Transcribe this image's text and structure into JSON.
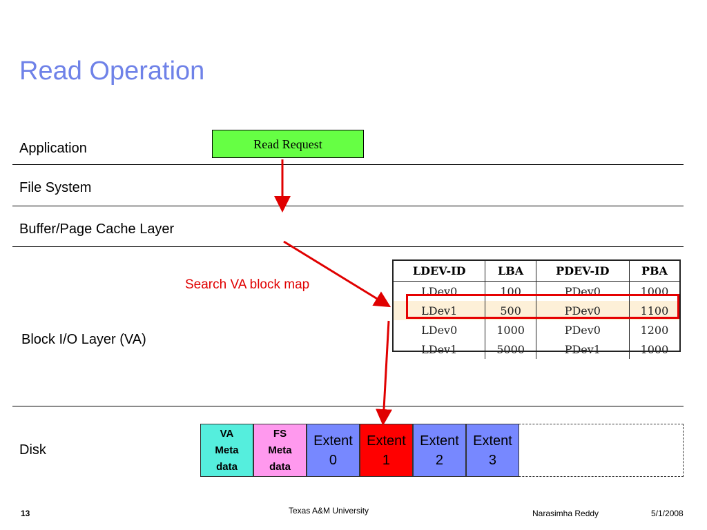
{
  "slide": {
    "title": "Read Operation",
    "page_number": "13",
    "footer_center": "Texas A&M University",
    "footer_author": "Narasimha Reddy",
    "footer_date": "5/1/2008"
  },
  "layers": {
    "application": "Application",
    "file_system": "File System",
    "buffer_cache": "Buffer/Page Cache Layer",
    "block_io": "Block I/O Layer (VA)",
    "disk": "Disk"
  },
  "read_request": "Read Request",
  "search_label": "Search VA block map",
  "block_map": {
    "headers": [
      "LDEV-ID",
      "LBA",
      "PDEV-ID",
      "PBA"
    ],
    "rows": [
      [
        "LDev0",
        "100",
        "PDev0",
        "1000"
      ],
      [
        "LDev1",
        "500",
        "PDev0",
        "1100"
      ],
      [
        "LDev0",
        "1000",
        "PDev0",
        "1200"
      ],
      [
        "LDev1",
        "5000",
        "PDev1",
        "1000"
      ]
    ],
    "highlighted_row": 1
  },
  "disk_cells": [
    {
      "lines": [
        "VA",
        "Meta",
        "data"
      ],
      "color": "#55eedd"
    },
    {
      "lines": [
        "FS",
        "Meta",
        "data"
      ],
      "color": "#ff99ee"
    },
    {
      "lines": [
        "Extent",
        "0"
      ],
      "color": "#7788ff"
    },
    {
      "lines": [
        "Extent",
        "1"
      ],
      "color": "#ff0000"
    },
    {
      "lines": [
        "Extent",
        "2"
      ],
      "color": "#7788ff"
    },
    {
      "lines": [
        "Extent",
        "3"
      ],
      "color": "#7788ff"
    }
  ],
  "colors": {
    "title": "#6f82e8",
    "arrow": "#e00000",
    "read_request_bg": "#66ff44",
    "highlight": "#e60000"
  }
}
